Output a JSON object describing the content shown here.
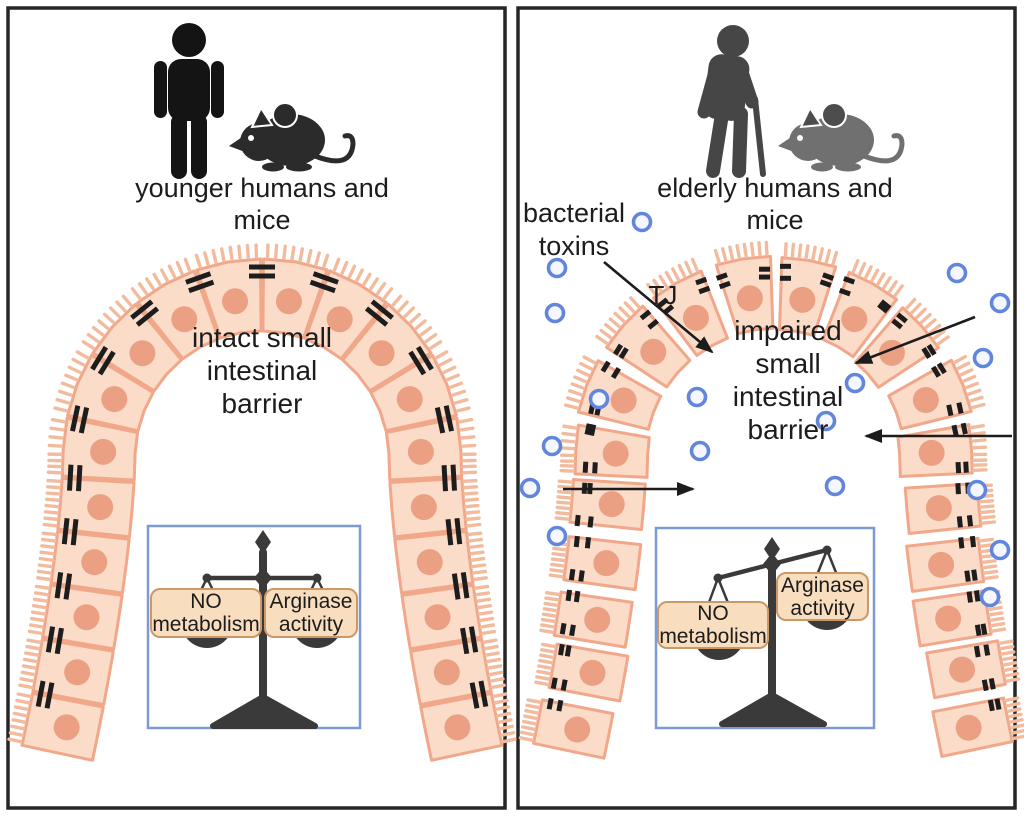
{
  "figure": {
    "title": "intestinal barrier aging comparison",
    "panels": [
      {
        "id": "young",
        "caption": "younger humans and\nmice",
        "lumen_label": "intact small\nintestinal\nbarrier",
        "balance": {
          "left_pan": "NO\nmetabolism",
          "right_pan": "Arginase\nactivity",
          "state": "balanced"
        },
        "icons": [
          "young-adult-icon",
          "mouse-icon"
        ]
      },
      {
        "id": "elderly",
        "caption": "elderly humans and\nmice",
        "lumen_label": "impaired\nsmall\nintestinal\nbarrier",
        "toxins_label": "bacterial\ntoxins",
        "tight_junction_label": "TJ",
        "balance": {
          "left_pan": "NO\nmetabolism",
          "right_pan": "Arginase\nactivity",
          "state": "left-pan-down"
        },
        "icons": [
          "elderly-person-icon",
          "cane-icon",
          "mouse-icon",
          "bacterial-toxin-dot",
          "leak-arrow"
        ]
      }
    ],
    "colors": {
      "cell_fill": "#fbdcc8",
      "cell_stroke": "#f0a78a",
      "nucleus": "#eca083",
      "microvilli": "#f3bb9e",
      "tight_junction": "#1d1d1d",
      "toxin_ring": "#6286db",
      "toxin_fill": "#f4f7fe",
      "scale_box_border": "#7d9ad6",
      "label_fill": "#f8ddbe",
      "label_stroke": "#c9996a",
      "scale_dark": "#3a3a3a",
      "panel_border": "#262626",
      "arrow": "#1c1c1c",
      "young_icon": "#141414",
      "young_mouse": "#2b2b2b",
      "elderly_icon": "#464646",
      "elderly_mouse_body": "#707070",
      "elderly_mouse_ear": "#4d4d4d",
      "text": "#1c1c1c"
    }
  }
}
